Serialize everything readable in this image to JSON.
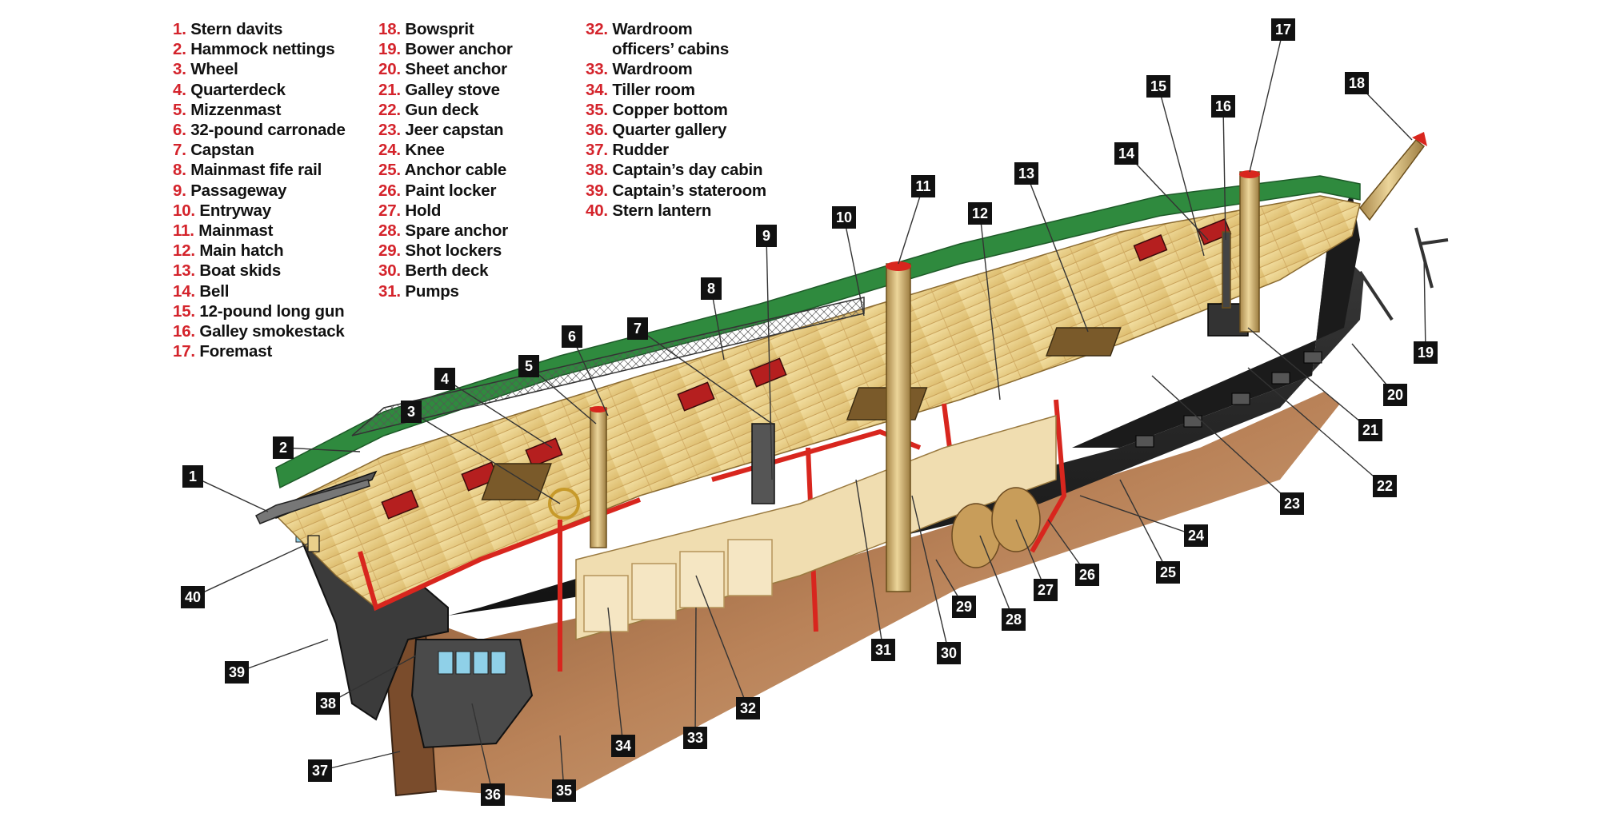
{
  "legend": [
    {
      "num": "1.",
      "label": "Stern davits"
    },
    {
      "num": "2.",
      "label": "Hammock nettings"
    },
    {
      "num": "3.",
      "label": "Wheel"
    },
    {
      "num": "4.",
      "label": "Quarterdeck"
    },
    {
      "num": "5.",
      "label": "Mizzenmast"
    },
    {
      "num": "6.",
      "label": "32-pound carronade"
    },
    {
      "num": "7.",
      "label": "Capstan"
    },
    {
      "num": "8.",
      "label": "Mainmast fife rail"
    },
    {
      "num": "9.",
      "label": "Passageway"
    },
    {
      "num": "10.",
      "label": "Entryway"
    },
    {
      "num": "11.",
      "label": "Mainmast"
    },
    {
      "num": "12.",
      "label": "Main hatch"
    },
    {
      "num": "13.",
      "label": "Boat skids"
    },
    {
      "num": "14.",
      "label": "Bell"
    },
    {
      "num": "15.",
      "label": "12-pound long gun"
    },
    {
      "num": "16.",
      "label": "Galley smokestack"
    },
    {
      "num": "17.",
      "label": "Foremast"
    },
    {
      "num": "18.",
      "label": "Bowsprit"
    },
    {
      "num": "19.",
      "label": "Bower anchor"
    },
    {
      "num": "20.",
      "label": "Sheet anchor"
    },
    {
      "num": "21.",
      "label": "Galley stove"
    },
    {
      "num": "22.",
      "label": "Gun deck"
    },
    {
      "num": "23.",
      "label": "Jeer capstan"
    },
    {
      "num": "24.",
      "label": "Knee"
    },
    {
      "num": "25.",
      "label": "Anchor cable"
    },
    {
      "num": "26.",
      "label": "Paint locker"
    },
    {
      "num": "27.",
      "label": "Hold"
    },
    {
      "num": "28.",
      "label": "Spare anchor"
    },
    {
      "num": "29.",
      "label": "Shot lockers"
    },
    {
      "num": "30.",
      "label": "Berth deck"
    },
    {
      "num": "31.",
      "label": "Pumps"
    },
    {
      "num": "32.",
      "label": "Wardroom",
      "label2": "officers’ cabins"
    },
    {
      "num": "33.",
      "label": "Wardroom"
    },
    {
      "num": "34.",
      "label": "Tiller room"
    },
    {
      "num": "35.",
      "label": "Copper bottom"
    },
    {
      "num": "36.",
      "label": "Quarter gallery"
    },
    {
      "num": "37.",
      "label": "Rudder"
    },
    {
      "num": "38.",
      "label": "Captain’s day cabin"
    },
    {
      "num": "39.",
      "label": "Captain’s stateroom"
    },
    {
      "num": "40.",
      "label": "Stern lantern"
    }
  ],
  "callouts": [
    "1",
    "2",
    "3",
    "4",
    "5",
    "6",
    "7",
    "8",
    "9",
    "10",
    "11",
    "12",
    "13",
    "14",
    "15",
    "16",
    "17",
    "18",
    "19",
    "20",
    "21",
    "22",
    "23",
    "24",
    "25",
    "26",
    "27",
    "28",
    "29",
    "30",
    "31",
    "32",
    "33",
    "34",
    "35",
    "36",
    "37",
    "38",
    "39",
    "40"
  ],
  "colors": {
    "legend_number": "#d4232b",
    "legend_text": "#111111",
    "callout_box": "#111111",
    "callout_text": "#ffffff",
    "deck_wood": "#e9cf8a",
    "bulwark_green": "#2f8a3e",
    "hull_black": "#1e1e1e",
    "copper": "#9a6a45",
    "cut_red": "#d8261e",
    "mast": "#d8b770"
  }
}
